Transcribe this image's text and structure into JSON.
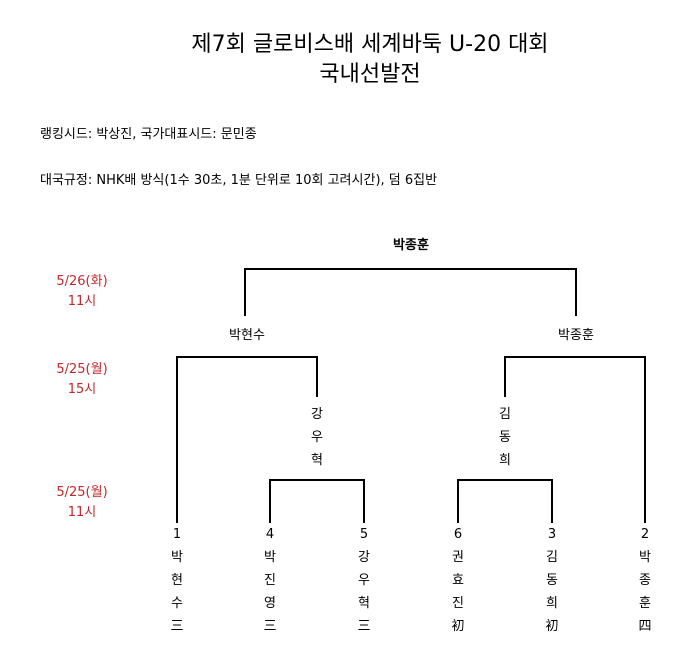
{
  "title": {
    "line1": "제7회 글로비스배 세계바둑 U-20 대회",
    "line2": "국내선발전"
  },
  "info": {
    "seeds": "랭킹시드: 박상진, 국가대표시드: 문민종",
    "rules": "대국규정: NHK배 방식(1수 30초, 1분 단위로 10회 고려시간), 덤 6집반"
  },
  "rounds": [
    {
      "date": "5/26(화)",
      "time": "11시"
    },
    {
      "date": "5/25(월)",
      "time": "15시"
    },
    {
      "date": "5/25(월)",
      "time": "11시"
    }
  ],
  "champion": "박종훈",
  "semifinal_winners": [
    "박현수",
    "박종훈"
  ],
  "quarterfinal_winners": [
    {
      "name": [
        "강",
        "우",
        "혁"
      ]
    },
    {
      "name": [
        "김",
        "동",
        "희"
      ]
    }
  ],
  "players": [
    {
      "seed": "1",
      "name": [
        "박",
        "현",
        "수"
      ],
      "rank": "三"
    },
    {
      "seed": "4",
      "name": [
        "박",
        "진",
        "영"
      ],
      "rank": "三"
    },
    {
      "seed": "5",
      "name": [
        "강",
        "우",
        "혁"
      ],
      "rank": "三"
    },
    {
      "seed": "6",
      "name": [
        "권",
        "효",
        "진"
      ],
      "rank": "初"
    },
    {
      "seed": "3",
      "name": [
        "김",
        "동",
        "희"
      ],
      "rank": "初"
    },
    {
      "seed": "2",
      "name": [
        "박",
        "종",
        "훈"
      ],
      "rank": "四"
    }
  ],
  "colors": {
    "date_red": "#c0292b",
    "line": "#000000"
  }
}
